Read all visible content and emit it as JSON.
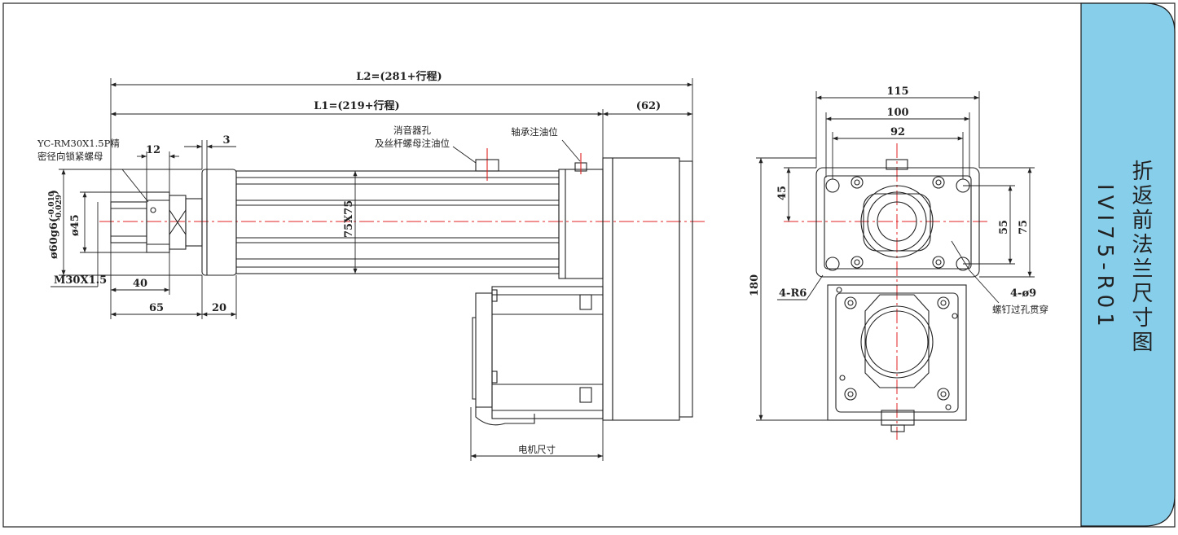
{
  "sidebar": {
    "title_cn": "折返前法兰尺寸图",
    "model": "IVI75-R01",
    "fill_color": "#87CEEB",
    "border_color": "#1a1a1a"
  },
  "side_view": {
    "L2": "L2=(281+行程)",
    "L1": "L1=(219+行程)",
    "motor_overhang": "(62)",
    "dim_3": "3",
    "dim_12": "12",
    "nut_label_line1": "YC-RM30X1.5P精",
    "nut_label_line2": "密径向锁紧螺母",
    "muffler_line1": "消音器孔",
    "muffler_line2": "及丝杆螺母注油位",
    "bearing_oil": "轴承注油位",
    "dia60": "ø60g6(-0.010/-0.029)",
    "dia60_main": "ø60g6(",
    "dia60_tol_up": "-0.010",
    "dia60_tol_dn": "-0.029",
    "dia60_close": ")",
    "dia45": "ø45",
    "thread": "M30X1.5",
    "dim_40": "40",
    "dim_65": "65",
    "dim_20": "20",
    "body_size": "75X75",
    "motor_size": "电机尺寸"
  },
  "front_view": {
    "dim_115": "115",
    "dim_100": "100",
    "dim_92": "92",
    "dim_45": "45",
    "dim_55": "55",
    "dim_75": "75",
    "dim_180": "180",
    "corner_radius": "4-R6",
    "holes": "4-ø9",
    "holes_note": "螺钉过孔贯穿"
  }
}
